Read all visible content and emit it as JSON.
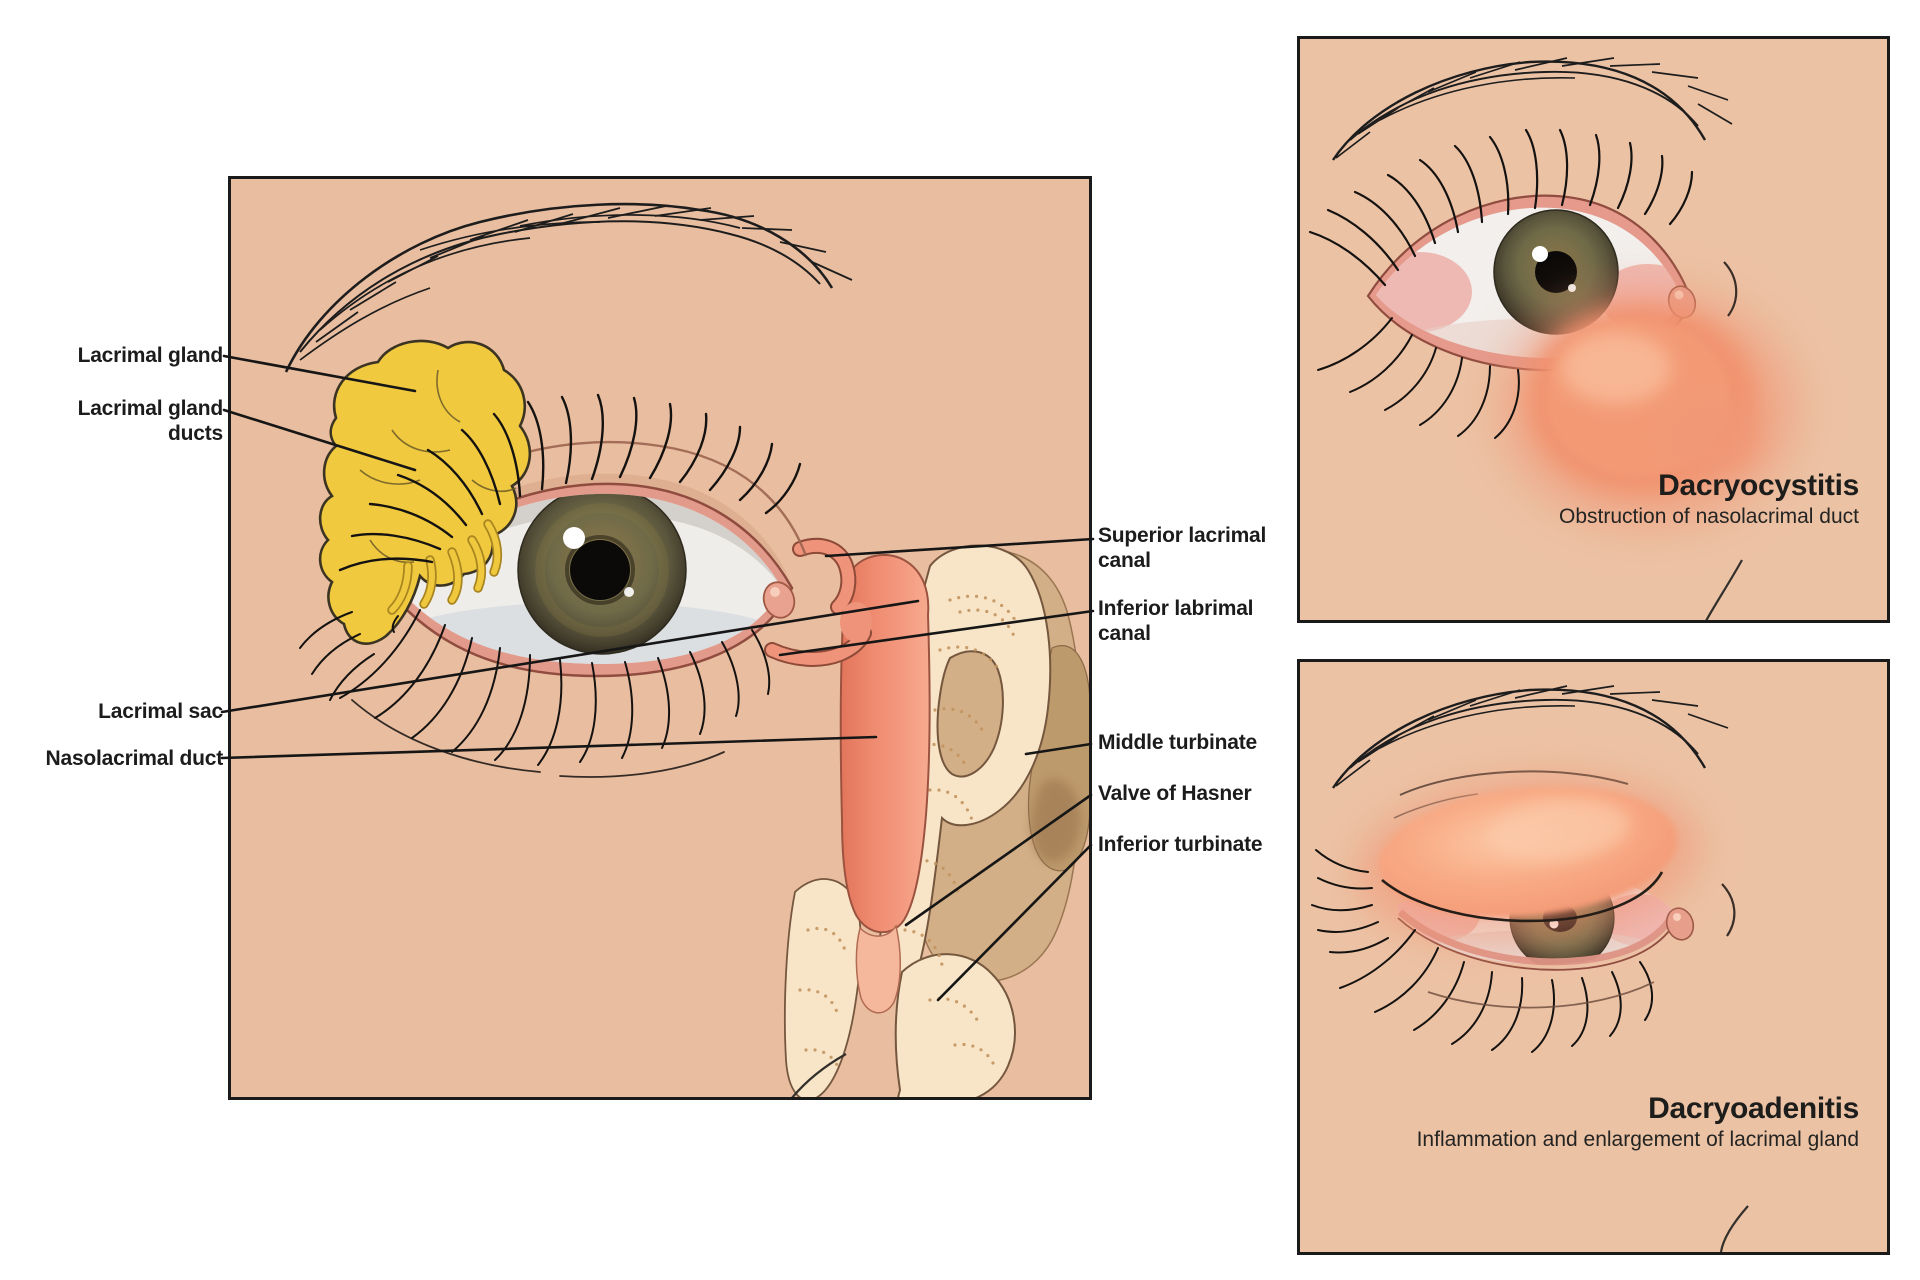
{
  "anatomy": {
    "lacrimal_gland": "Lacrimal gland",
    "lacrimal_gland_ducts": "Lacrimal gland\nducts",
    "lacrimal_sac": "Lacrimal sac",
    "nasolacrimal_duct": "Nasolacrimal duct",
    "superior_lacrimal_canal": "Superior lacrimal\ncanal",
    "inferior_labrimal_canal": "Inferior labrimal\ncanal",
    "middle_turbinate": "Middle turbinate",
    "valve_of_hasner": "Valve of Hasner",
    "inferior_turbinate": "Inferior turbinate"
  },
  "conditions": {
    "dacryocystitis": {
      "title": "Dacryocystitis",
      "subtitle": "Obstruction of nasolacrimal duct"
    },
    "dacryoadenitis": {
      "title": "Dacryoadenitis",
      "subtitle": "Inflammation and enlargement of lacrimal gland"
    }
  },
  "colors": {
    "skin": "#e9bd9f",
    "skin_right_panels": "#ecc2a5",
    "lacrimal_gland_yellow": "#f0c93e",
    "duct_salmon": "#f0907a",
    "bone_cream": "#f8e4c6",
    "turbinate_tan": "#bd9a6c",
    "inflammation_orange": "#f2906c",
    "sclera": "#efedea",
    "outline_black": "#1a1a1a"
  }
}
